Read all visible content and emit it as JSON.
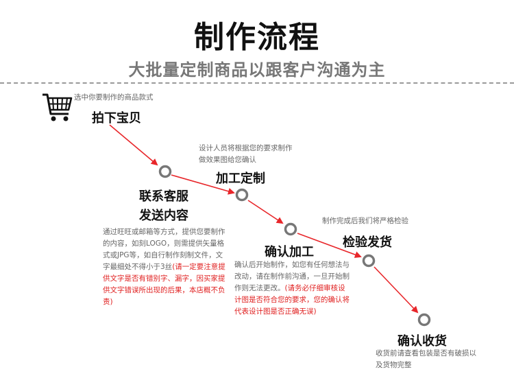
{
  "header": {
    "title": "制作流程",
    "subtitle": "大批量定制商品以跟客户沟通为主"
  },
  "steps": [
    {
      "title": "拍下宝贝",
      "note": "选中你要制作的商品款式",
      "icon": "shopping-cart-icon"
    },
    {
      "title_line1": "联系客服",
      "title_line2": "发送内容",
      "note": "通过旺旺或邮箱等方式，提供您要制作的内容，如刻LOGO，则需提供矢量格式或JPG等，如自行制作刻制文件，文字最细处不得小于3丝",
      "note_red": "(请一定要注意提供文字是否有错别字、漏字，因买家提供文字错误所出现的后果，本店概不负责)"
    },
    {
      "title": "加工定制",
      "note": "设计人员将根据您的要求制作做效果图给您确认"
    },
    {
      "title": "确认加工",
      "note": "确认后开始制作，如您有任何想法与改动，请在制作前沟通，一旦开始制作则无法更改。",
      "note_red": "(请务必仔细审核设计图是否符合您的要求，您的确认将代表设计图是否正确无误)"
    },
    {
      "title": "检验发货",
      "note": "制作完成后我们将严格检验"
    },
    {
      "title": "确认收货",
      "note": "收货前请查看包装是否有破损以及货物完整"
    }
  ],
  "colors": {
    "arrow": "#e8262a",
    "node_ring": "#777777",
    "note_red": "#e02020",
    "title": "#111111",
    "subtitle": "#777777"
  }
}
